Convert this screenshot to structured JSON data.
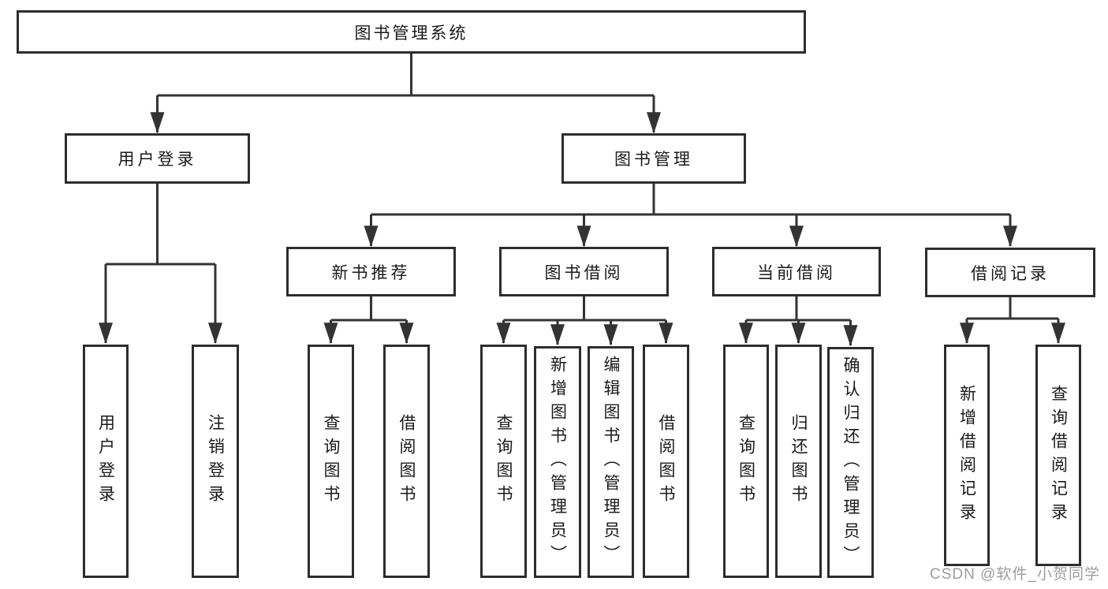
{
  "diagram": {
    "root": "图书管理系统",
    "level2": {
      "user_login": "用户登录",
      "book_mgmt": "图书管理"
    },
    "level3": {
      "recommend": "新书推荐",
      "borrow": "图书借阅",
      "current": "当前借阅",
      "records": "借阅记录"
    },
    "leaves": {
      "login": [
        "用户登录",
        "注销登录"
      ],
      "recommend": [
        "查询图书",
        "借阅图书"
      ],
      "borrow": [
        "查询图书",
        "新增图书（管理员）",
        "编辑图书（管理员）",
        "借阅图书"
      ],
      "current": [
        "查询图书",
        "归还图书",
        "确认归还（管理员）"
      ],
      "records": [
        "新增借阅记录",
        "查询借阅记录"
      ]
    }
  },
  "watermark": "CSDN @软件_小贺同学",
  "colors": {
    "line": "#333333",
    "box_border": "#2d2d2d",
    "text": "#1a1a1a",
    "watermark": "#9d9d9d",
    "background": "#ffffff"
  }
}
